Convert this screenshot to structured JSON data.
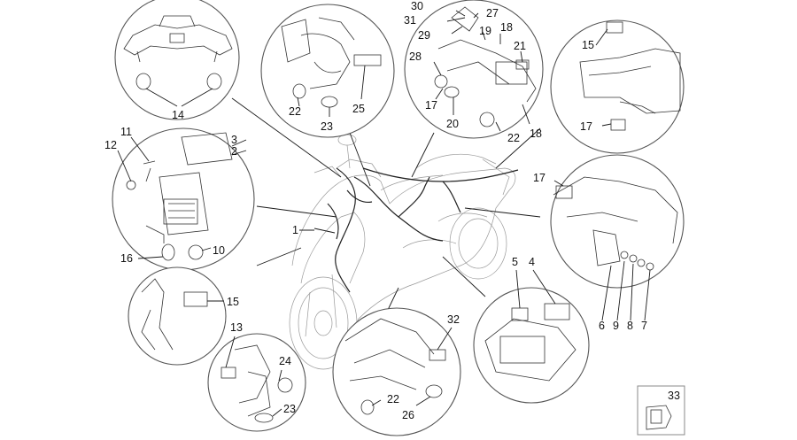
{
  "labels": {
    "l1": "1",
    "l2": "2",
    "l3": "3",
    "l4": "4",
    "l5": "5",
    "l6": "6",
    "l7": "7",
    "l8": "8",
    "l9": "9",
    "l10": "10",
    "l11": "11",
    "l12": "12",
    "l13": "13",
    "l14": "14",
    "l15a": "15",
    "l15b": "15",
    "l16": "16",
    "l17a": "17",
    "l17b": "17",
    "l17c": "17",
    "l18a": "18",
    "l18b": "18",
    "l19": "19",
    "l20": "20",
    "l21": "21",
    "l22a": "22",
    "l22b": "22",
    "l22c": "22",
    "l23a": "23",
    "l23b": "23",
    "l24": "24",
    "l25": "25",
    "l26": "26",
    "l27": "27",
    "l28": "28",
    "l29": "29",
    "l30": "30",
    "l31": "31",
    "l32": "32",
    "l33": "33"
  }
}
